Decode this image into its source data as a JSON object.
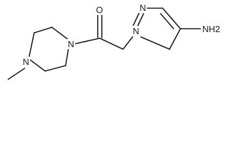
{
  "molecule": {
    "atoms": {
      "oxygen": "O",
      "piperazine_n_amide": "N",
      "piperazine_n_methyl": "N",
      "pyrazole_n1": "N",
      "pyrazole_n2": "N",
      "amine": "NH2"
    },
    "colors": {
      "ink": "#1a1a1a",
      "background": "#ffffff"
    }
  }
}
